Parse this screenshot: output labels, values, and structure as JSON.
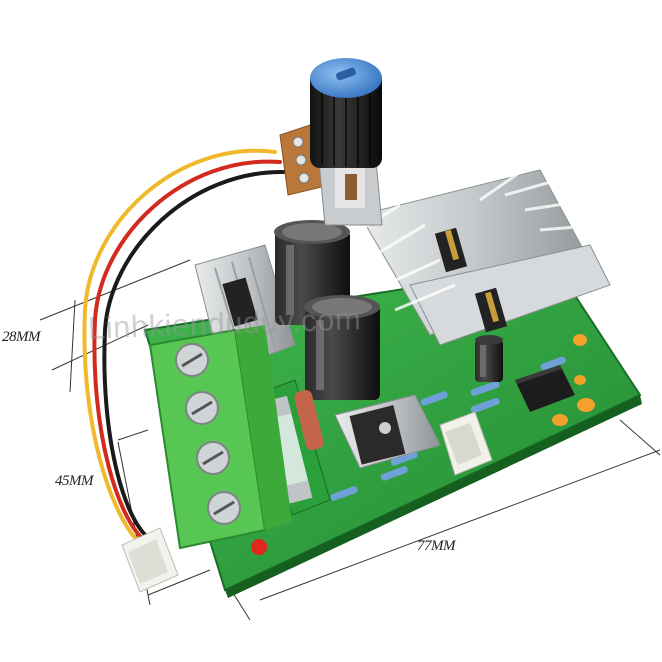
{
  "dimensions": {
    "height_short": "28MM",
    "height_tall": "45MM",
    "width": "77MM"
  },
  "watermark": "Linhkienduduy.com",
  "colors": {
    "pcb": "#2fa53f",
    "terminal": "#4fc74a",
    "heatsink": "#cfd2d4",
    "knob_cap": "#4a92d8",
    "wire_red": "#d22a1e",
    "wire_yellow": "#f0b92c",
    "wire_black": "#1a1a1a"
  }
}
